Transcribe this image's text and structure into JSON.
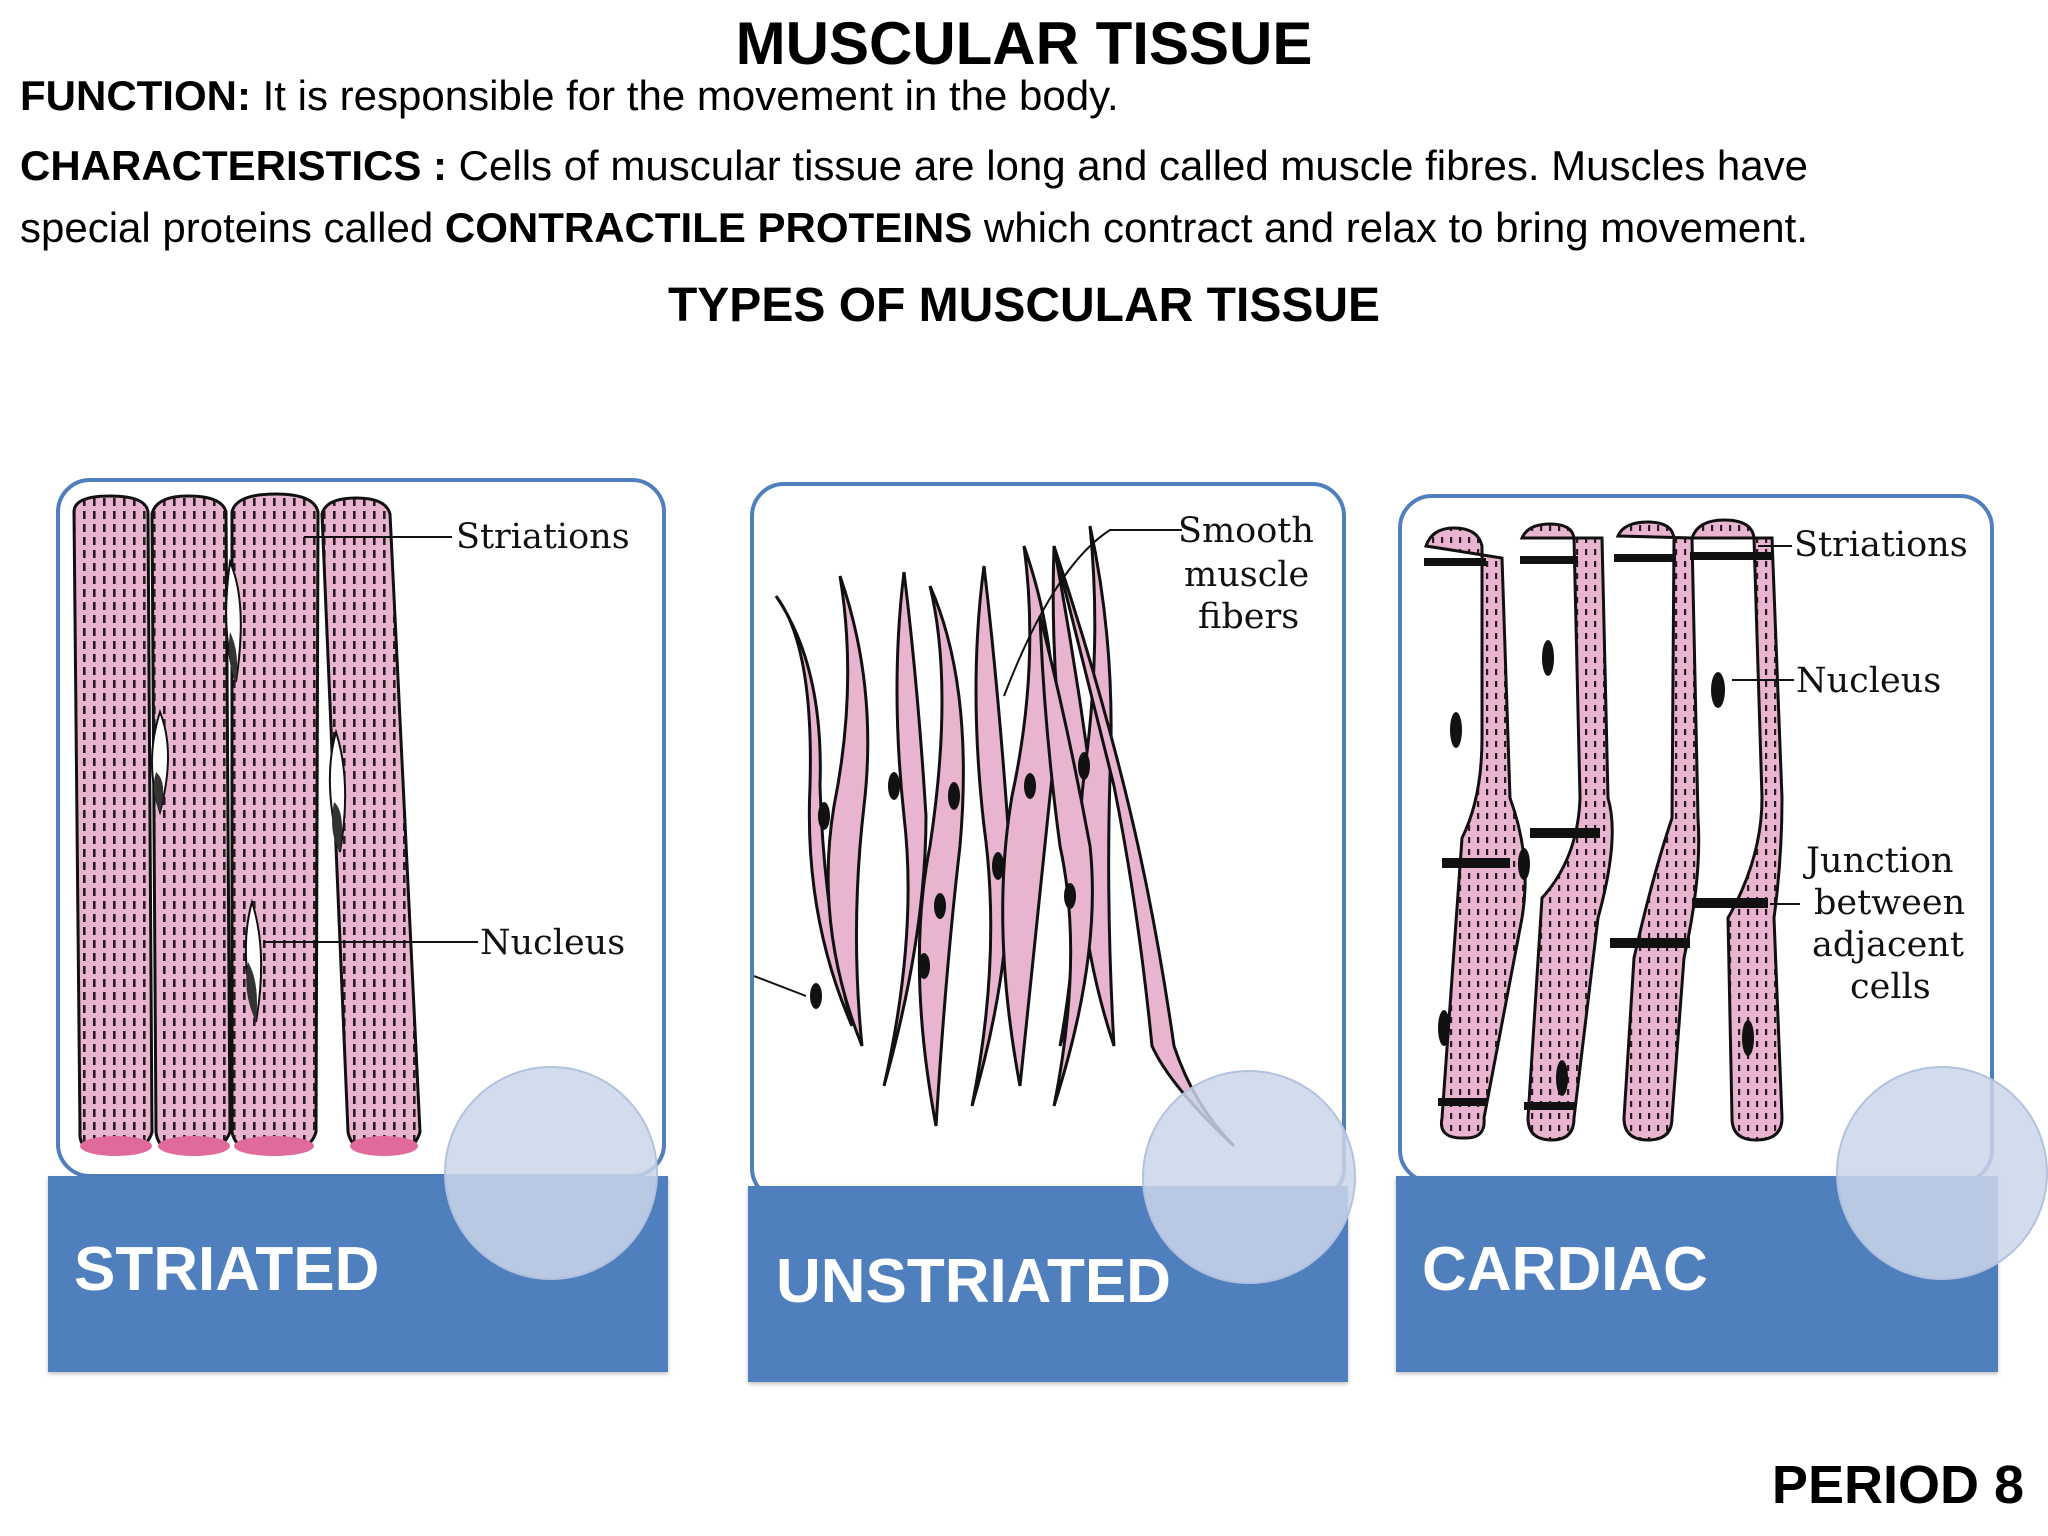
{
  "title": "MUSCULAR TISSUE",
  "function_line": {
    "label": "FUNCTION:",
    "text": " It is responsible for the movement in the body."
  },
  "characteristics": {
    "label": "CHARACTERISTICS :",
    "text_1": " Cells of muscular tissue are long and called muscle fibres. Muscles have",
    "text_2_pre": "special proteins called ",
    "text_2_bold": "CONTRACTILE PROTEINS",
    "text_2_post": " which contract and relax to bring movement."
  },
  "subtitle": "TYPES OF MUSCULAR TISSUE",
  "panels": [
    {
      "label": "STRIATED",
      "callouts": [
        "Striations",
        "Nucleus"
      ]
    },
    {
      "label": "UNSTRIATED",
      "callouts": [
        "Smooth",
        "muscle",
        "fibers"
      ]
    },
    {
      "label": "CARDIAC",
      "callouts": [
        "Striations",
        "Nucleus",
        "Junction",
        "between",
        "adjacent",
        "cells"
      ]
    }
  ],
  "footer": "PERIOD 8",
  "colors": {
    "band_blue": "#4f7fbd",
    "muscle_pink": "#e8b4cf",
    "disc_gray": "#cbd6ea"
  }
}
